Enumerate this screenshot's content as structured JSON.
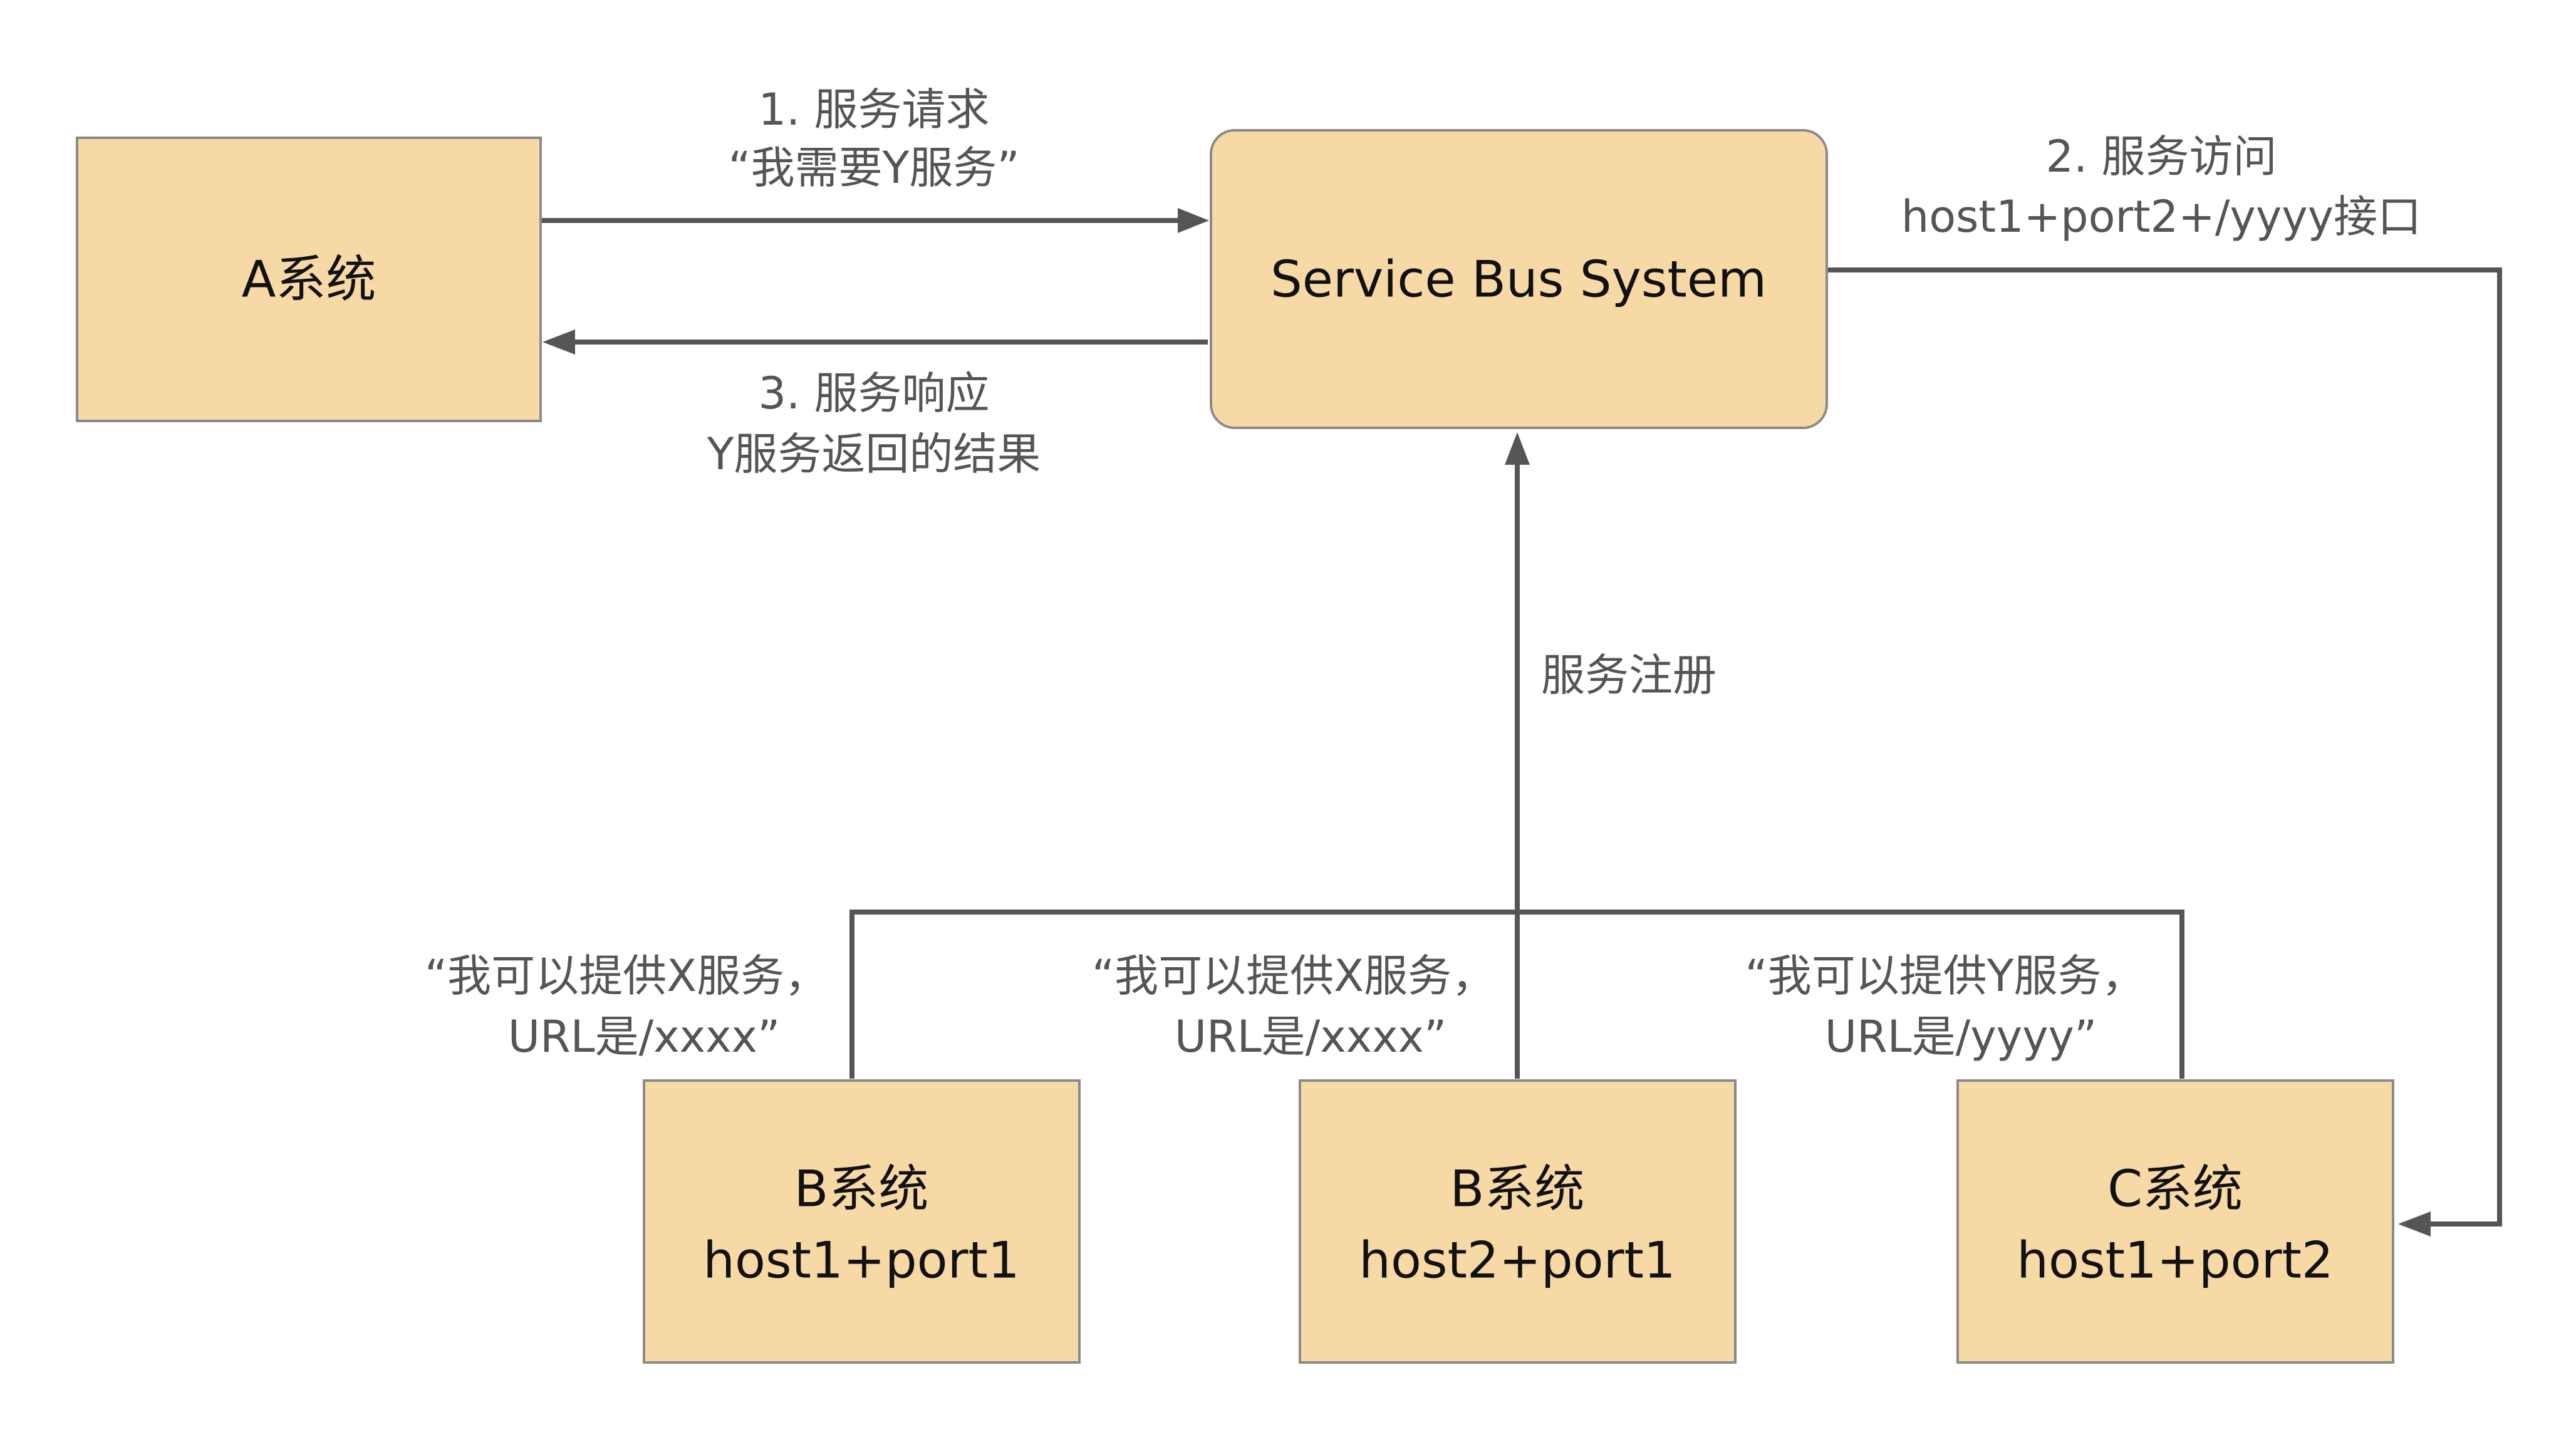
{
  "colors": {
    "box_fill": "#f7d9a6",
    "box_stroke": "#8a8a8a",
    "edge": "#555555",
    "text": "#111111",
    "label": "#555555"
  },
  "nodes": {
    "a_system": {
      "line1": "A系统"
    },
    "service_bus": {
      "line1": "Service Bus System"
    },
    "b_system_1": {
      "line1": "B系统",
      "line2": "host1+port1"
    },
    "b_system_2": {
      "line1": "B系统",
      "line2": "host2+port1"
    },
    "c_system": {
      "line1": "C系统",
      "line2": "host1+port2"
    }
  },
  "edges": {
    "request": {
      "line1": "1. 服务请求",
      "line2": "“我需要Y服务”"
    },
    "response": {
      "line1": "3. 服务响应",
      "line2": "Y服务返回的结果"
    },
    "access": {
      "line1": "2. 服务访问",
      "line2": "host1+port2+/yyyy接口"
    },
    "register": {
      "line1": "服务注册"
    },
    "offer_b1": {
      "line1": "“我可以提供X服务，",
      "line2": "URL是/xxxx”"
    },
    "offer_b2": {
      "line1": "“我可以提供X服务，",
      "line2": "URL是/xxxx”"
    },
    "offer_c": {
      "line1": "“我可以提供Y服务，",
      "line2": "URL是/yyyy”"
    }
  }
}
